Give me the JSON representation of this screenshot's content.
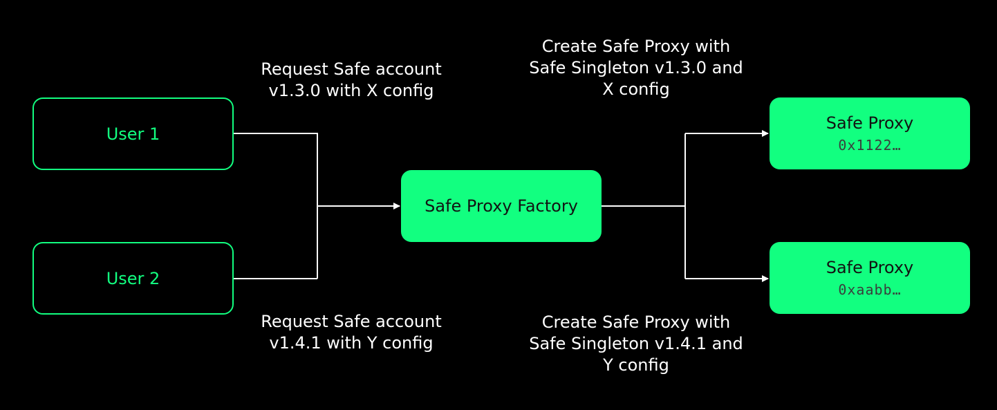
{
  "colors": {
    "background": "#000000",
    "accent": "#12ff80",
    "line": "#ffffff",
    "node_text_dark": "#121312"
  },
  "nodes": {
    "user1": {
      "label": "User 1"
    },
    "user2": {
      "label": "User 2"
    },
    "factory": {
      "label": "Safe Proxy Factory"
    },
    "proxy1": {
      "label": "Safe Proxy",
      "address": "0x1122…"
    },
    "proxy2": {
      "label": "Safe Proxy",
      "address": "0xaabb…"
    }
  },
  "captions": {
    "request_x": {
      "lines": [
        "Request Safe account",
        "v1.3.0 with X config"
      ]
    },
    "request_y": {
      "lines": [
        "Request Safe account",
        "v1.4.1 with Y config"
      ]
    },
    "create_x": {
      "lines": [
        "Create Safe Proxy with",
        "Safe Singleton v1.3.0 and",
        "X config"
      ]
    },
    "create_y": {
      "lines": [
        "Create Safe Proxy with",
        "Safe Singleton v1.4.1 and",
        "Y config"
      ]
    }
  }
}
